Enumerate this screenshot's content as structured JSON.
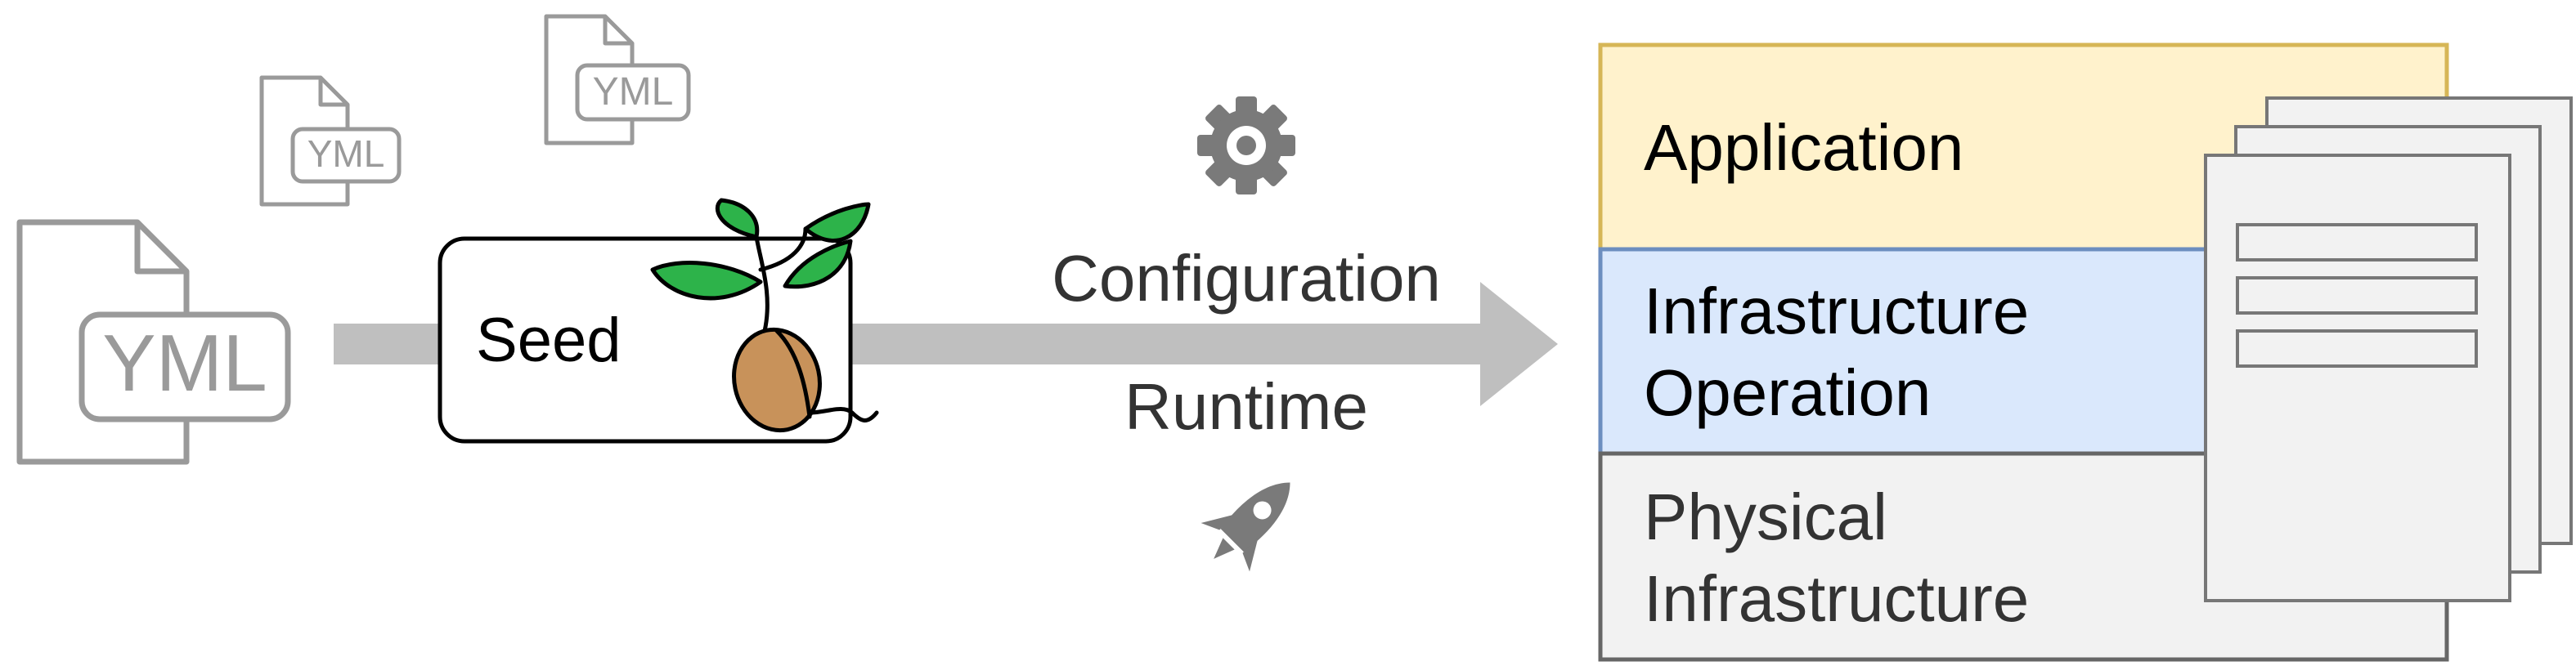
{
  "colors": {
    "gray": "#9a9a9a",
    "arrow": "#bfbfbf",
    "icon_dark": "#7a7a7a",
    "application_fill": "#fff2cc",
    "application_border": "#d6b656",
    "infra_op_fill": "#dae8fc",
    "infra_op_border": "#6c8ebf",
    "physical_fill": "#f2f2f2",
    "physical_border": "#666666",
    "seed_leaf": "#2db34a",
    "seed_body": "#c8925a"
  },
  "files": {
    "large_label": "YML",
    "small_a_label": "YML",
    "small_b_label": "YML"
  },
  "seed": {
    "label": "Seed",
    "icon": "sprouting-seed"
  },
  "flow": {
    "config_label": "Configuration",
    "runtime_label": "Runtime",
    "config_icon": "gear",
    "runtime_icon": "rocket"
  },
  "stack": {
    "application": [
      "Application"
    ],
    "infra_op": [
      "Infrastructure",
      "Operation"
    ],
    "physical": [
      "Physical",
      "Infrastructure"
    ]
  },
  "documents_icon": "stacked-documents"
}
